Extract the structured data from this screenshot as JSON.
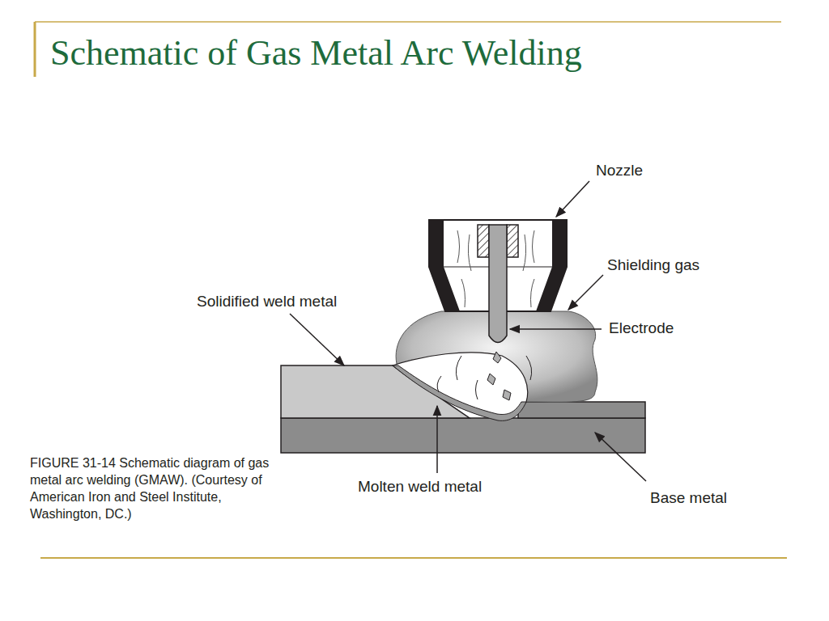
{
  "diagram": {
    "title": "Schematic of Gas Metal Arc Welding",
    "caption": "FIGURE 31-14 Schematic diagram of gas metal arc welding (GMAW). (Courtesy of American Iron and Steel Institute, Washington, DC.)",
    "labels": [
      "Nozzle",
      "Shielding gas",
      "Solidified weld metal",
      "Electrode",
      "Molten weld metal",
      "Base metal"
    ]
  }
}
